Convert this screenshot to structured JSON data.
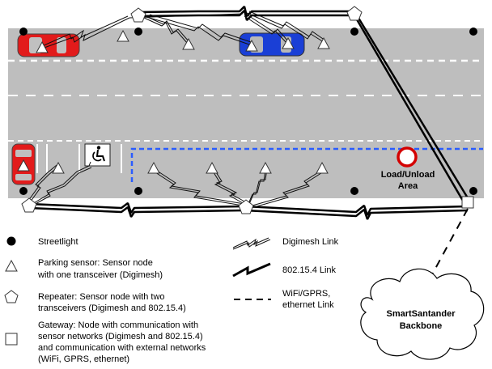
{
  "road_labels": {
    "load_area_line1": "Load/Unload",
    "load_area_line2": "Area"
  },
  "cloud": {
    "line1": "SmartSantander",
    "line2": "Backbone"
  },
  "legend": {
    "streetlight": "Streetlight",
    "parking_sensor_1": "Parking sensor: Sensor node",
    "parking_sensor_2": "with one transceiver (Digimesh)",
    "repeater_1": "Repeater: Sensor node with two",
    "repeater_2": "transceivers (Digimesh and 802.15.4)",
    "gateway_1": "Gateway: Node with communication with",
    "gateway_2": "sensor networks (Digimesh and 802.15.4)",
    "gateway_3": "and communication with external networks",
    "gateway_4": "(WiFi, GPRS, ethernet)",
    "digimesh_link": "Digimesh Link",
    "link_802": "802.15.4 Link",
    "wifi_1": "WiFi/GPRS,",
    "wifi_2": "ethernet Link"
  },
  "icons": {
    "car_red": "car-icon",
    "car_blue": "car-icon",
    "wheelchair": "wheelchair-icon",
    "load_sign": "no-entry-sign-icon"
  },
  "colors": {
    "road": "#bdbdbd",
    "car_red": "#e21b1b",
    "car_blue": "#1a3fd6",
    "load_zone_border": "#2a5cff",
    "load_sign": "#d40000"
  }
}
